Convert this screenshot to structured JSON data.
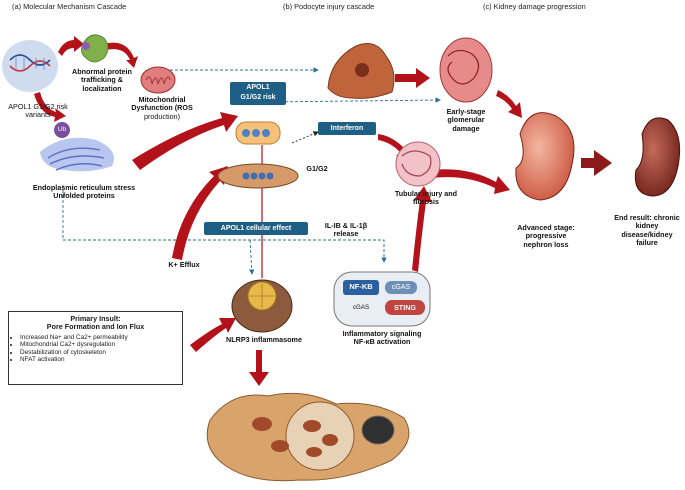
{
  "sections": {
    "a": "(a) Molecular Mechanism Cascade",
    "b": "(b) Podocyte injury cascade",
    "c": "(c) Kidney damage progression"
  },
  "labels": {
    "risk_variants_1": "APOL1 G1/G2 risk",
    "risk_variants_2": "variants",
    "abnormal_1": "Abnormal protein",
    "abnormal_2": "trafficking &",
    "abnormal_3": "localization",
    "mito_1": "Mitochondrial",
    "mito_2": "Dysfunction (ROS",
    "mito_3": "production)",
    "er_1": "Endoplasmic reticulum stress",
    "er_2": "Unfolded proteins",
    "ub": "Ub",
    "apol1_risk_1": "APOL1",
    "apol1_risk_2": "G1/G2 risk",
    "interferon": "Interferon",
    "g1g2": "G1/G2",
    "apol1_effect": "APOL1 cellular effect",
    "il_1": "IL-IB & IL-1β",
    "il_2": "release",
    "k_efflux": "K+ Efflux",
    "nlrp3": "NLRP3 inflammasome",
    "nfkb": "NF-KB",
    "cgas": "cGAS",
    "cgas_small": "cGAS",
    "sting": "STING",
    "inflam_1": "Inflammatory signaling",
    "inflam_2": "NF-κB activation",
    "tubular_1": "Tubular injury and",
    "tubular_2": "fibrosis",
    "early_1": "Early-stage",
    "early_2": "glomerular",
    "early_3": "damage",
    "advanced_1": "Advanced stage:",
    "advanced_2": "progressive",
    "advanced_3": "nephron loss",
    "end_1": "End result: chronic",
    "end_2": "kidney disease/kidney",
    "end_3": "failure"
  },
  "insult_box": {
    "title_1": "Primary Insult:",
    "title_2": "Pore Formation and Ion Flux",
    "items": [
      "Increased Na+ and Ca2+ permeability",
      "Mitochondrial Ca2+ dysregulation",
      "Destabilization of cytoskeleton",
      "NFAT activation"
    ]
  },
  "colors": {
    "arrow_red": "#b3121b",
    "pill_blue": "#1f5f86",
    "dashed_teal": "#2d6f8e",
    "kidney_red": "#c0392b",
    "kidney_dark": "#8b1a1a"
  },
  "icons": [
    "dna-icon",
    "protein-icon",
    "mitochondrion-icon",
    "er-icon",
    "podocyte-icon",
    "glomerulus-icon",
    "membrane-channel-icon",
    "tubule-icon",
    "kidney-icon",
    "inflammasome-icon",
    "nfkb-cell-icon",
    "tissue-icon"
  ]
}
